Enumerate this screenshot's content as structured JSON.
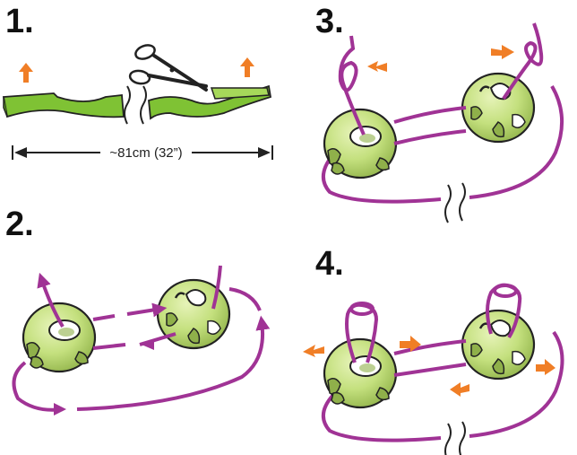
{
  "steps": [
    {
      "number": "1."
    },
    {
      "number": "2."
    },
    {
      "number": "3."
    },
    {
      "number": "4."
    }
  ],
  "measurement": {
    "label": "~81cm (32”)"
  },
  "colors": {
    "cord": "#a03395",
    "arrow": "#f07e26",
    "stopper": "#c4e07e",
    "stopper_dark": "#8fb04a",
    "strap": "#7fc234",
    "outline": "#222222"
  },
  "icons": [
    "scissors-icon",
    "up-arrow-icon",
    "direction-arrow-icon",
    "break-mark-icon"
  ]
}
